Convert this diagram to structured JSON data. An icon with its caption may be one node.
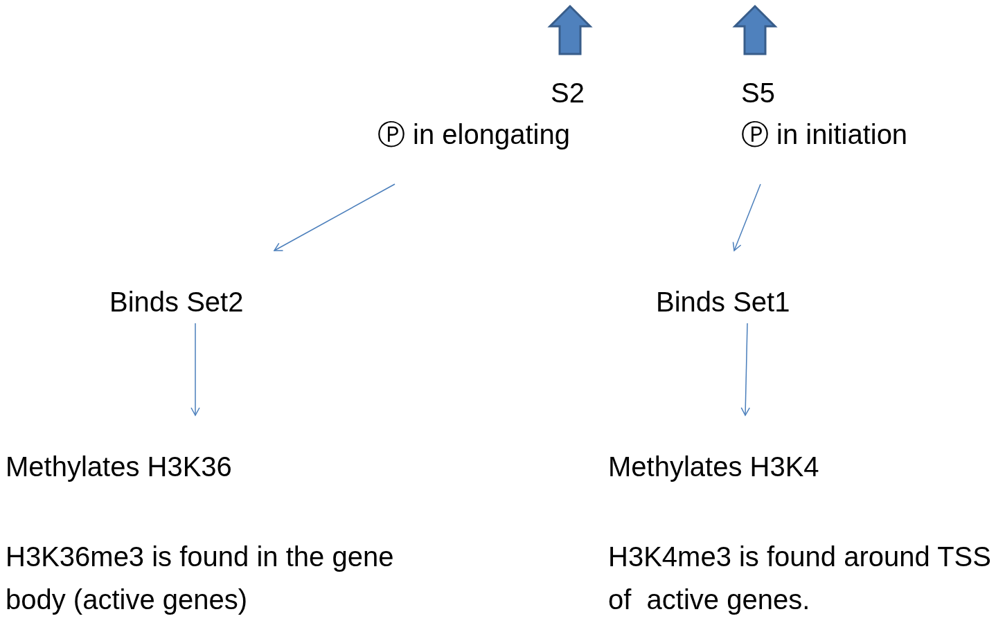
{
  "diagram": {
    "nodes": [
      {
        "text": [
          "S2",
          "Ⓟ in elongating"
        ]
      },
      {
        "text": [
          "S5",
          "Ⓟ in initiation"
        ]
      },
      {
        "text": [
          "Binds Set2"
        ]
      },
      {
        "text": [
          "Binds Set1"
        ]
      },
      {
        "text": [
          "Methylates H3K36"
        ]
      },
      {
        "text": [
          "Methylates H3K4"
        ]
      }
    ],
    "edges": [
      {
        "from": 0,
        "to": 2,
        "arrow": "to"
      },
      {
        "from": 1,
        "to": 3,
        "arrow": "to"
      },
      {
        "from": 2,
        "to": 4,
        "arrow": "to"
      },
      {
        "from": 3,
        "to": 5,
        "arrow": "to"
      }
    ],
    "labels": [
      "H3K36me3 is found in the gene body (active genes)",
      "H3K4me3 is found around TSS of  active genes."
    ]
  }
}
